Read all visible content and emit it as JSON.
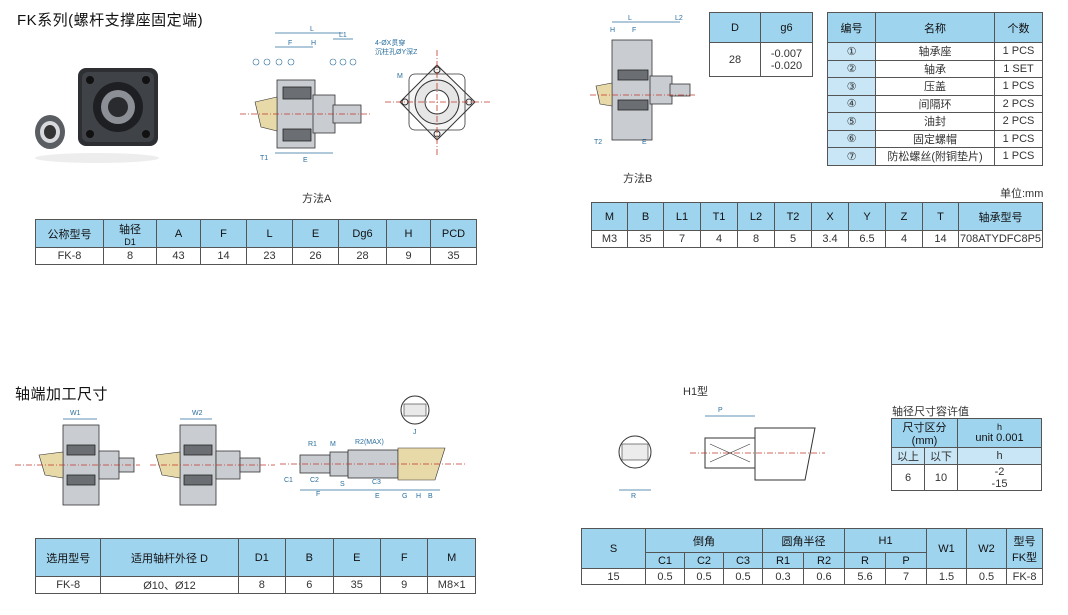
{
  "titles": {
    "main": "FK系列(螺杆支撑座固定端)",
    "method_a": "方法A",
    "method_b": "方法B",
    "shaft_end": "轴端加工尺寸",
    "h1_type": "H1型",
    "tolerance_title": "轴径尺寸容许值",
    "unit": "单位:mm"
  },
  "drawing_labels": {
    "L": "L",
    "L1": "L1",
    "L2": "L2",
    "F": "F",
    "H": "H",
    "E": "E",
    "T1": "T1",
    "T2": "T2",
    "M": "M",
    "X": "X",
    "Y": "Y",
    "Z": "Z",
    "P": "P",
    "R": "R",
    "W1": "W1",
    "W2": "W2",
    "R1": "R1",
    "R2MAX": "R2(MAX)",
    "C1": "C1",
    "C2": "C2",
    "C3": "C3",
    "S": "S",
    "J": "J",
    "G": "G",
    "B": "B",
    "hole_note_1": "4-ØX贯穿",
    "hole_note_2": "沉柱孔ØY深Z",
    "balloons": [
      "1",
      "2",
      "3",
      "4",
      "5",
      "6",
      "7"
    ]
  },
  "table_fk": {
    "headers": [
      "公称型号",
      "轴径",
      "A",
      "F",
      "L",
      "E",
      "Dg6",
      "H",
      "PCD"
    ],
    "header_sub": "D1",
    "row": [
      "FK-8",
      "8",
      "43",
      "14",
      "23",
      "26",
      "28",
      "9",
      "35"
    ]
  },
  "table_dg6": {
    "headers": [
      "D",
      "g6"
    ],
    "row_d": "28",
    "tol_upper": "-0.007",
    "tol_lower": "-0.020"
  },
  "table_parts": {
    "headers": [
      "编号",
      "名称",
      "个数"
    ],
    "rows": [
      [
        "①",
        "轴承座",
        "1 PCS"
      ],
      [
        "②",
        "轴承",
        "1 SET"
      ],
      [
        "③",
        "压盖",
        "1 PCS"
      ],
      [
        "④",
        "间隔环",
        "2 PCS"
      ],
      [
        "⑤",
        "油封",
        "2 PCS"
      ],
      [
        "⑥",
        "固定螺帽",
        "1 PCS"
      ],
      [
        "⑦",
        "防松螺丝(附铜垫片)",
        "1 PCS"
      ]
    ]
  },
  "table_mount": {
    "headers": [
      "M",
      "B",
      "L1",
      "T1",
      "L2",
      "T2",
      "X",
      "Y",
      "Z",
      "T",
      "轴承型号"
    ],
    "row": [
      "M3",
      "35",
      "7",
      "4",
      "8",
      "5",
      "3.4",
      "6.5",
      "4",
      "14",
      "708ATYDFC8P5"
    ]
  },
  "table_shaft": {
    "headers": [
      "选用型号",
      "适用轴杆外径 D",
      "D1",
      "B",
      "E",
      "F",
      "M"
    ],
    "row": [
      "FK-8",
      "Ø10、Ø12",
      "8",
      "6",
      "35",
      "9",
      "M8×1"
    ]
  },
  "table_tolerance": {
    "h_line1": "h",
    "h_line2": "unit 0.001",
    "size_label": "尺寸区分(mm)",
    "above": "以上",
    "below": "以下",
    "h": "h",
    "from": "6",
    "to": "10",
    "tol1": "-2",
    "tol2": "-15"
  },
  "table_chamfer": {
    "S": "S",
    "group_chamfer": "倒角",
    "group_radius": "圆角半径",
    "group_h1": "H1",
    "W1": "W1",
    "W2": "W2",
    "type_line1": "型号",
    "type_line2": "FK型",
    "subheaders": [
      "C1",
      "C2",
      "C3",
      "R1",
      "R2",
      "R",
      "P"
    ],
    "row": [
      "15",
      "0.5",
      "0.5",
      "0.5",
      "0.3",
      "0.6",
      "5.6",
      "7",
      "1.5",
      "0.5",
      "FK-8"
    ]
  }
}
